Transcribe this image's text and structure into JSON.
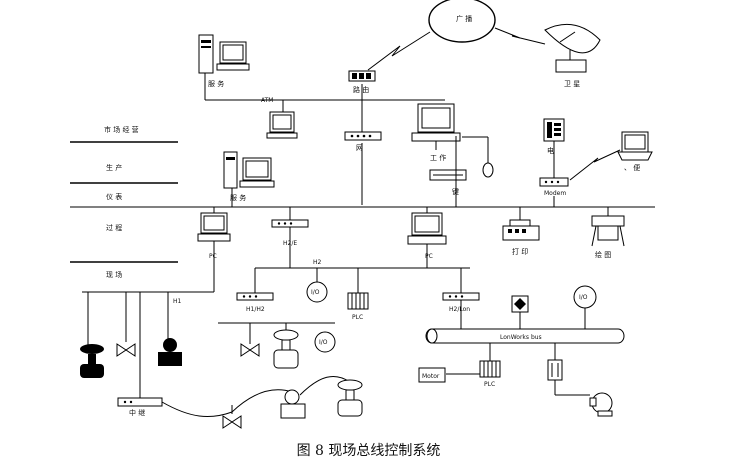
{
  "levels": {
    "market": "市 场 经 营",
    "production": "生 产",
    "instrument": "仪 表",
    "process": "过 程",
    "field": "现 场"
  },
  "nodes": {
    "broadcast": "广 播",
    "satellite": "卫 星",
    "server_top": "服 务",
    "router": "路 由",
    "atm": "ATM",
    "gateway": "网",
    "workstation": "工 作",
    "keyboard": "键",
    "phone": "电",
    "laptop": "、 便",
    "modem": "Modem",
    "server_mid": "服 务",
    "pc_left": "PC",
    "h2e": "H2/E",
    "pc_mid": "PC",
    "printer": "打 印",
    "plotter": "绘 图",
    "h2": "H2",
    "io_a": "I/O",
    "h1h2": "H1/H2",
    "plc_a": "PLC",
    "h2lon": "H2/Lon",
    "io_b": "I/O",
    "io_c": "I/O",
    "h1": "H1",
    "lonworks": "LonWorks bus",
    "motor": "Motor",
    "plc_b": "PLC",
    "relay": "中 继"
  },
  "caption": "图 8  现场总线控制系统"
}
